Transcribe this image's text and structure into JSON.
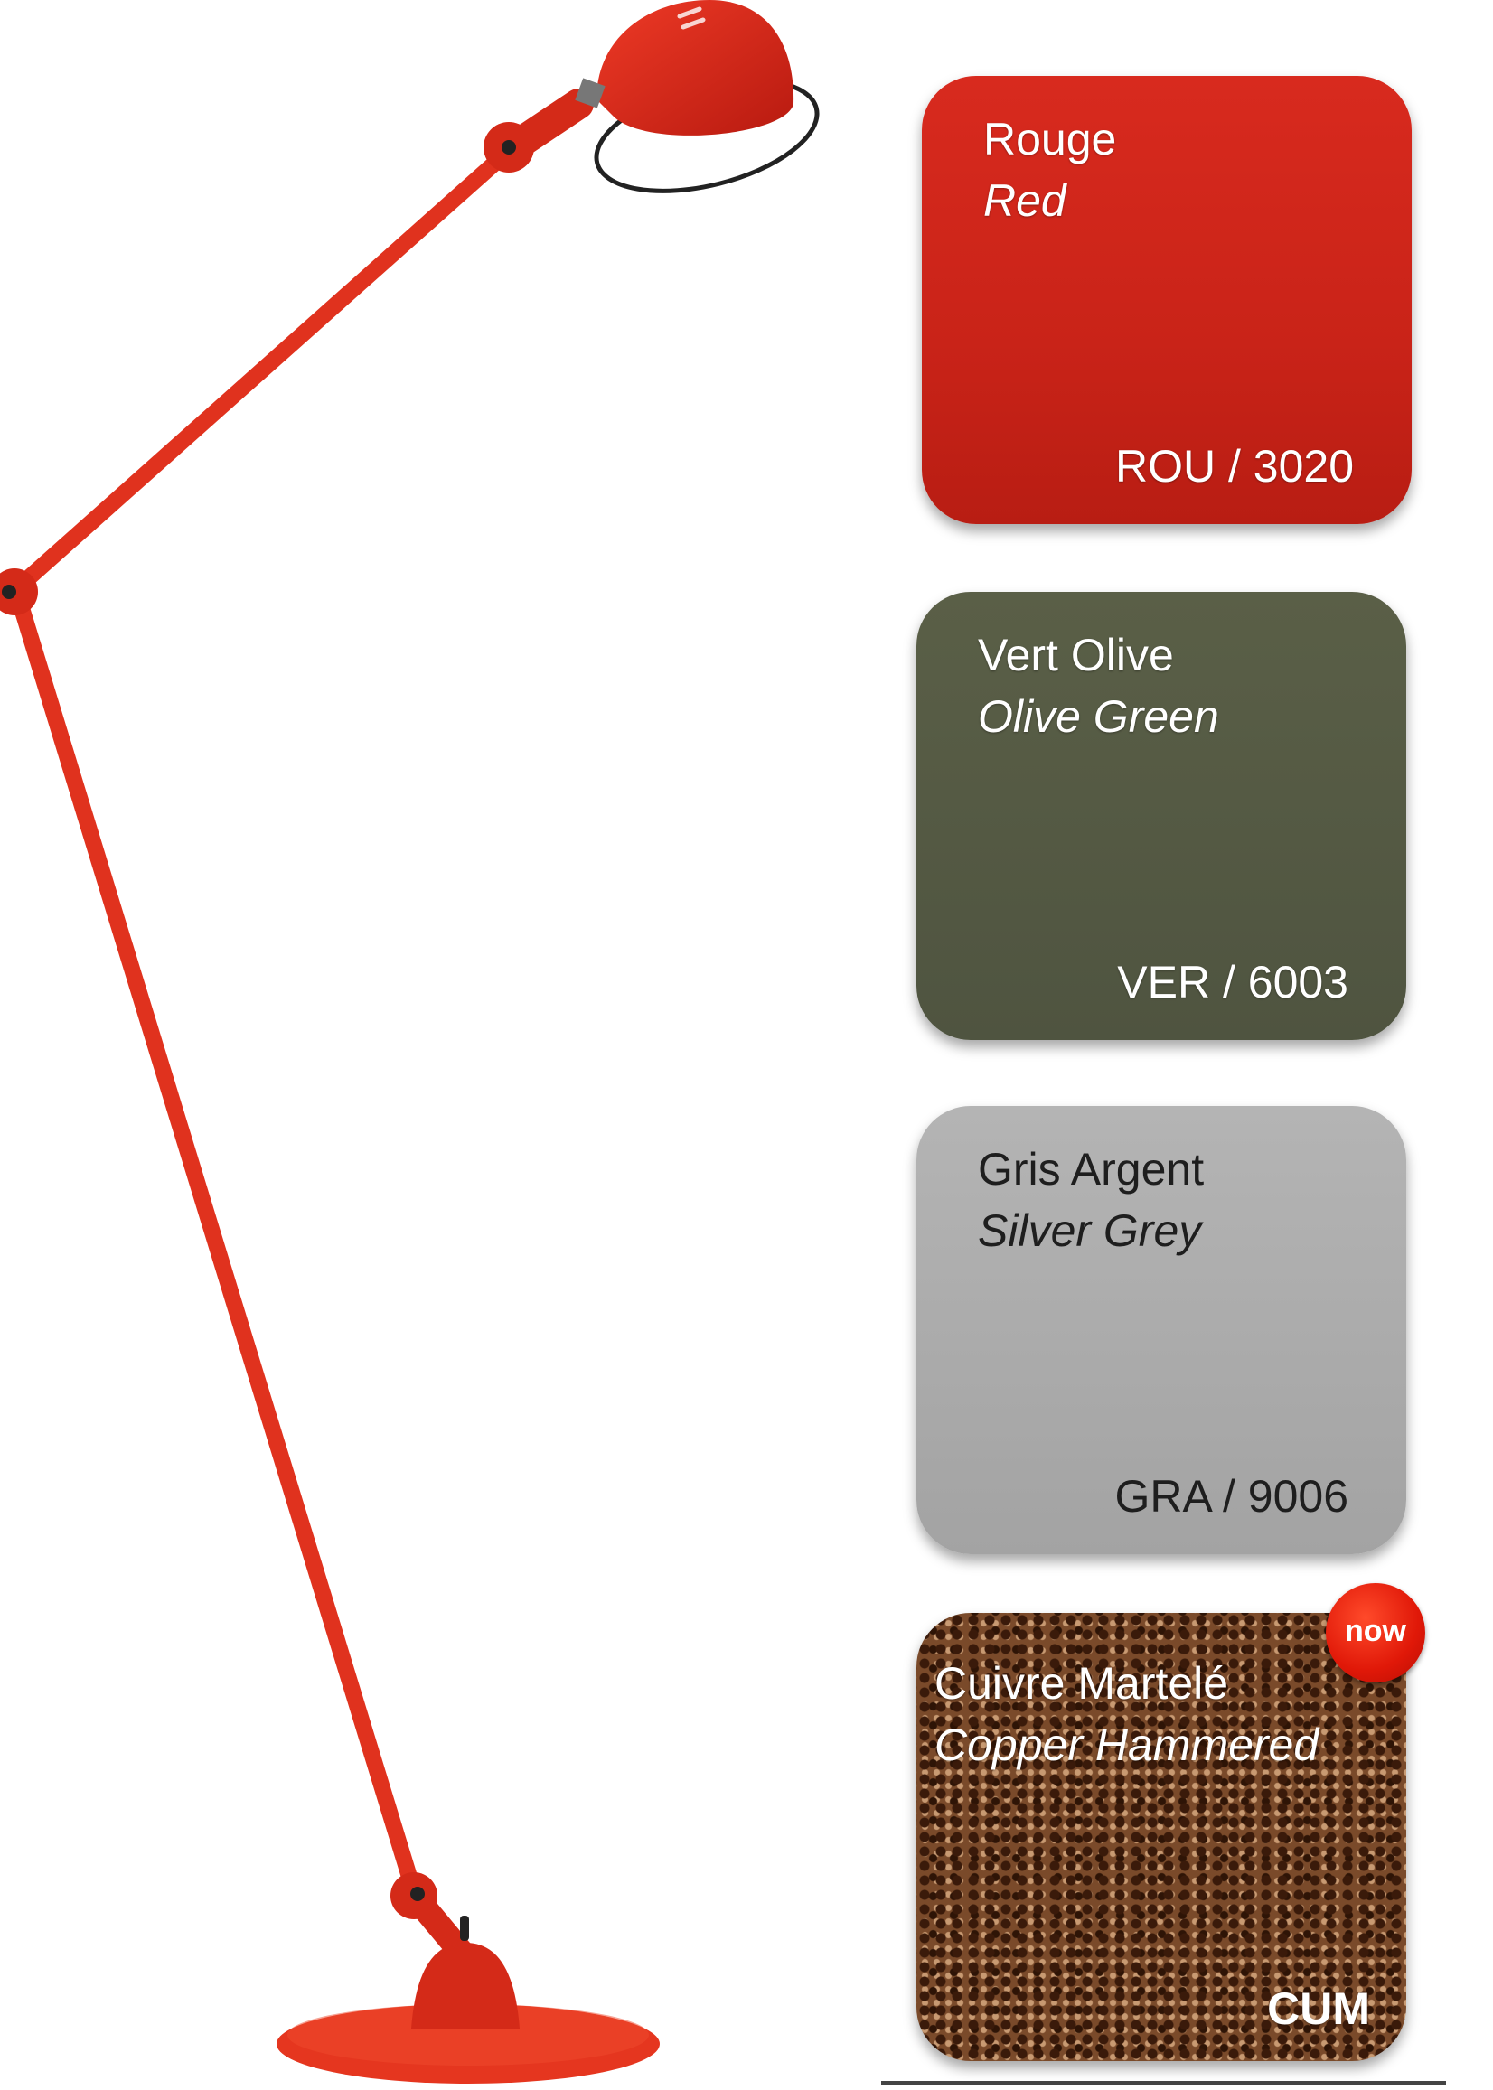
{
  "colors": {
    "lamp": "#e0321e",
    "red": "#c92318",
    "olive": "#52573f",
    "grey": "#a9a9a9",
    "copper": "#7a4a2a",
    "badge": "#e01808"
  },
  "swatches": [
    {
      "name_fr": "Rouge",
      "name_en": "Red",
      "code": "ROU / 3020"
    },
    {
      "name_fr": "Vert Olive",
      "name_en": "Olive Green",
      "code": "VER / 6003"
    },
    {
      "name_fr": "Gris Argent",
      "name_en": "Silver Grey",
      "code": "GRA / 9006"
    },
    {
      "name_fr": "Cuivre Martelé",
      "name_en": "Copper Hammered",
      "code": "CUM",
      "badge": "now"
    }
  ]
}
